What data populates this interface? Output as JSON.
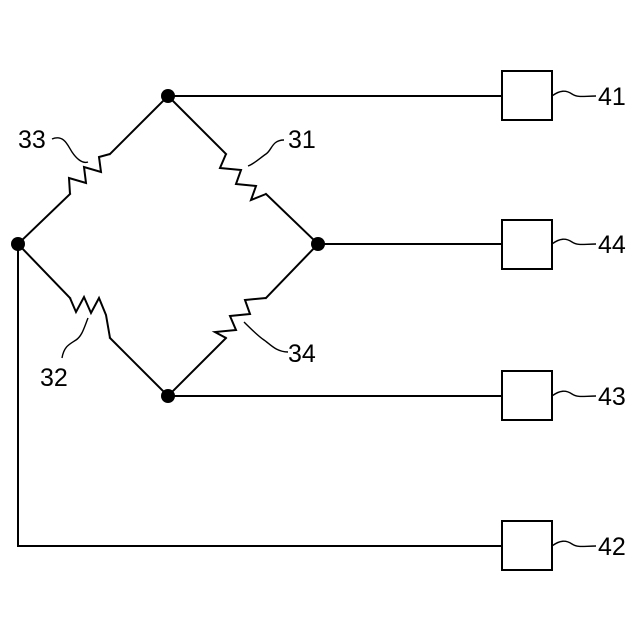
{
  "resistors": {
    "r31": {
      "label": "31"
    },
    "r32": {
      "label": "32"
    },
    "r33": {
      "label": "33"
    },
    "r34": {
      "label": "34"
    }
  },
  "terminals": {
    "t41": {
      "label": "41"
    },
    "t42": {
      "label": "42"
    },
    "t43": {
      "label": "43"
    },
    "t44": {
      "label": "44"
    }
  }
}
